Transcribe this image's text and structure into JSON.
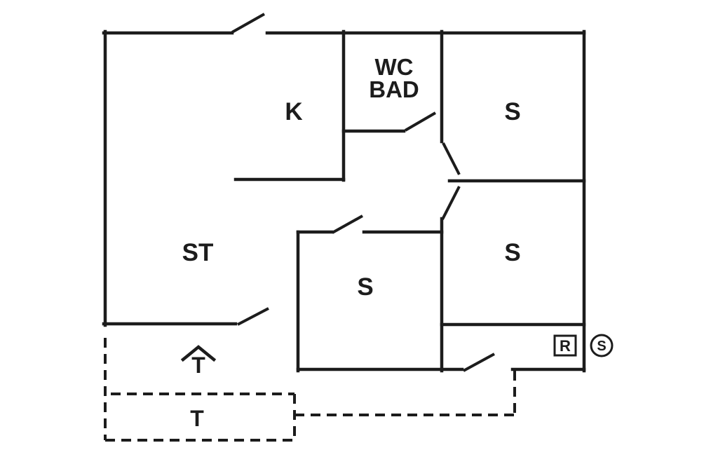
{
  "colors": {
    "line": "#1c1c1c",
    "background": "#ffffff"
  },
  "labels": {
    "wc": "WC",
    "bad": "BAD",
    "kitchen": "K",
    "bedroom_top_right": "S",
    "bedroom_mid_right": "S",
    "bedroom_center": "S",
    "living_room": "ST",
    "terrace_covered": "T",
    "terrace_open": "T",
    "radiator_badge": "R",
    "s_badge": "S"
  }
}
